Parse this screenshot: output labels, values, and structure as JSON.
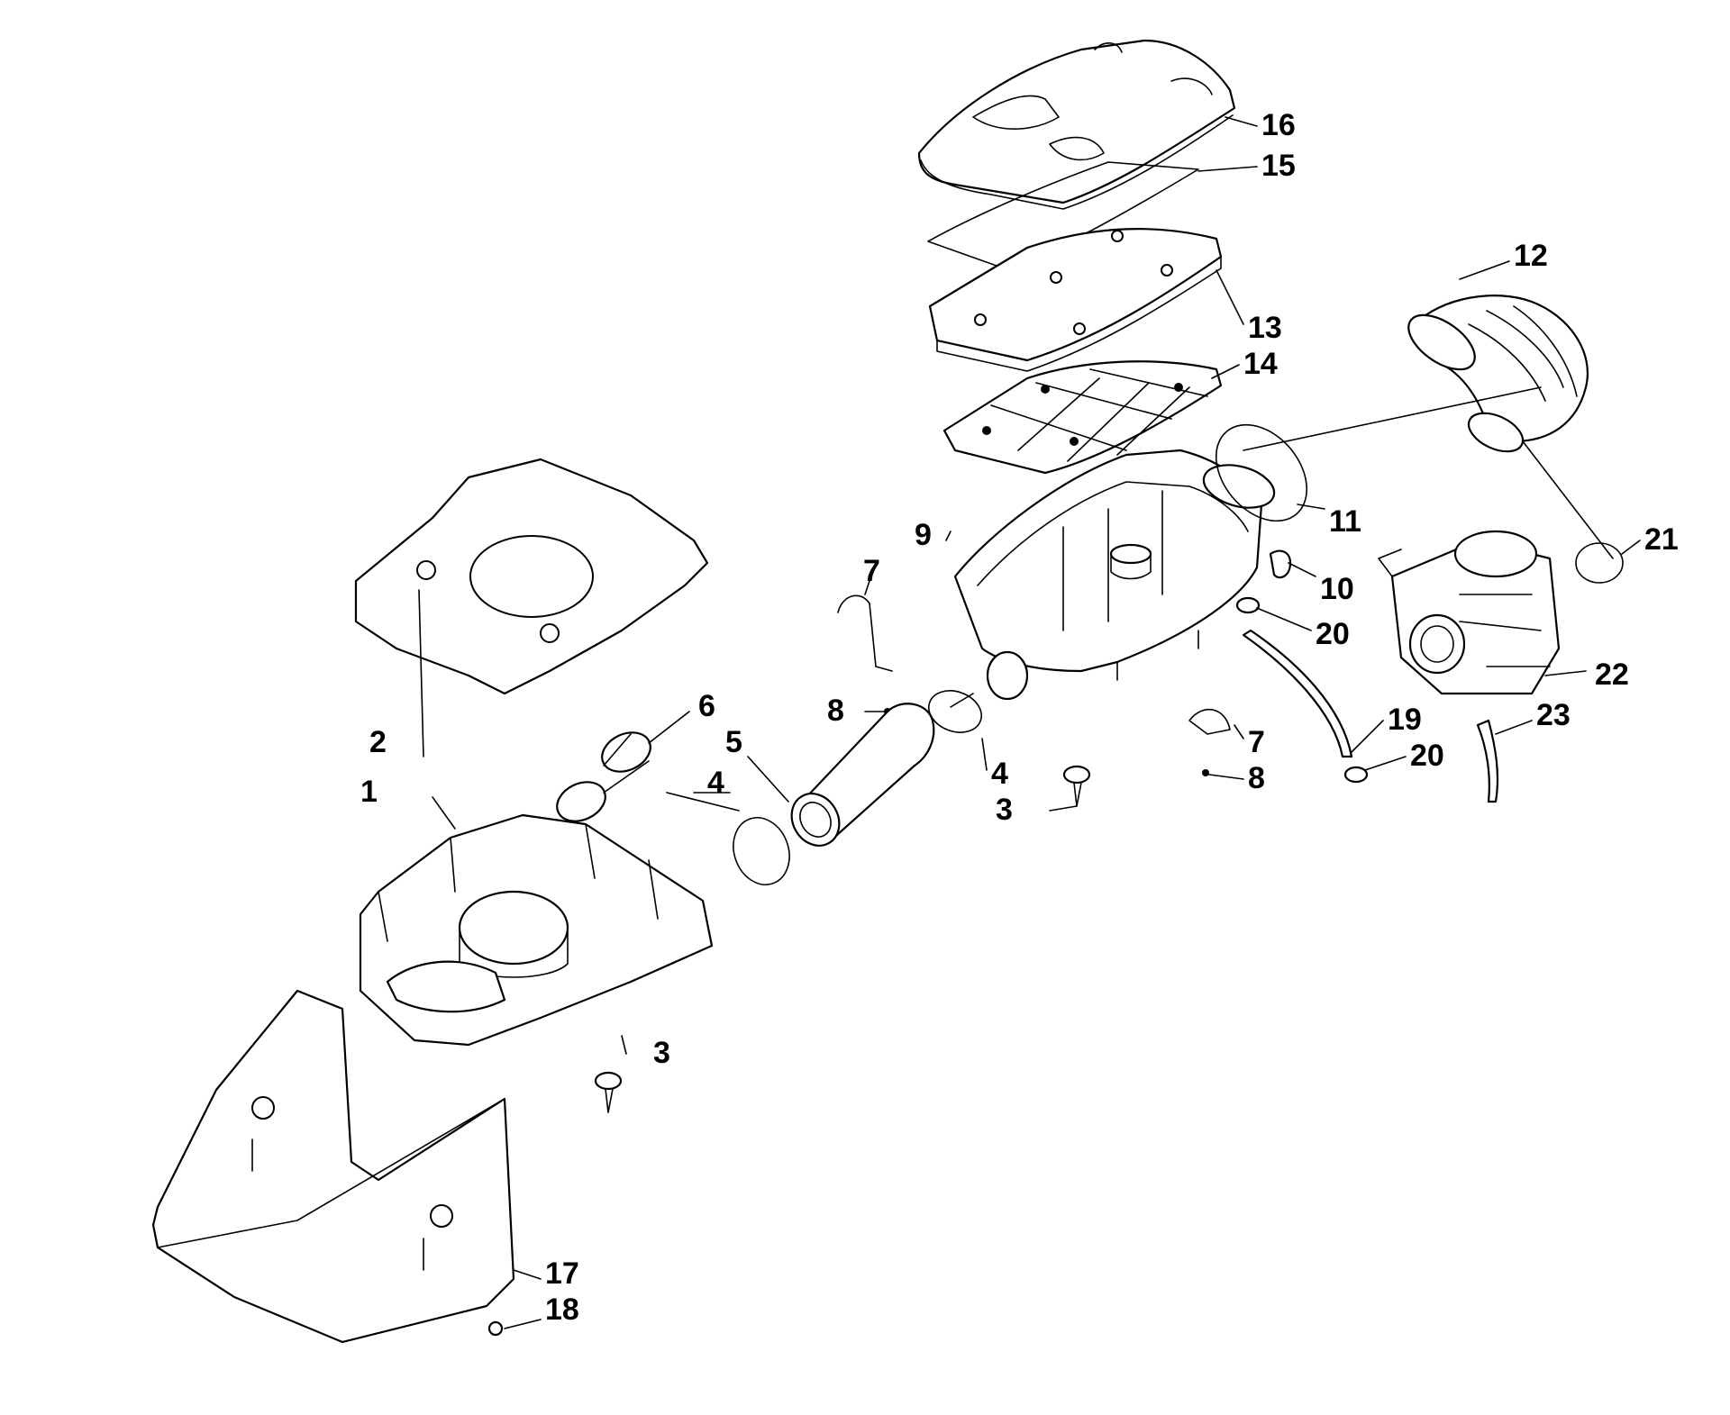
{
  "callouts": {
    "c1": "1",
    "c2": "2",
    "c3a": "3",
    "c3b": "3",
    "c4a": "4",
    "c4b": "4",
    "c5": "5",
    "c6": "6",
    "c7a": "7",
    "c7b": "7",
    "c8a": "8",
    "c8b": "8",
    "c9": "9",
    "c10": "10",
    "c11": "11",
    "c12": "12",
    "c13": "13",
    "c14": "14",
    "c15": "15",
    "c16": "16",
    "c17": "17",
    "c18": "18",
    "c19": "19",
    "c20a": "20",
    "c20b": "20",
    "c21": "21",
    "c22": "22",
    "c23": "23"
  }
}
